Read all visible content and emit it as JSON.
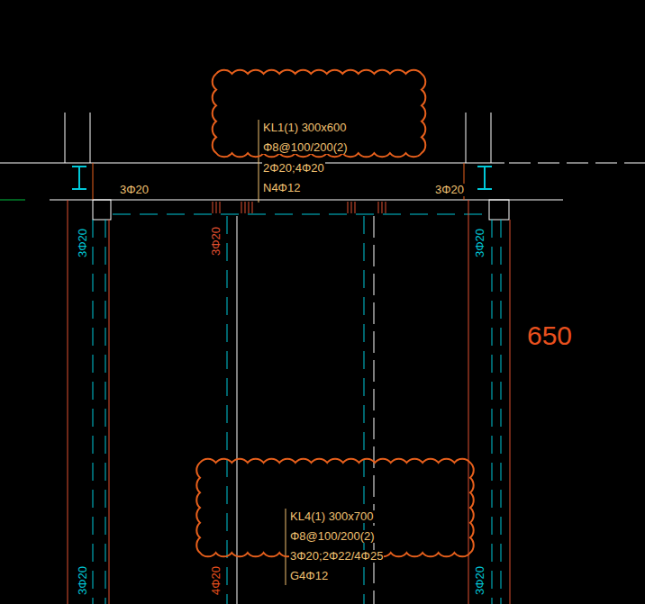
{
  "diagram": {
    "labels": [
      "KL1(1) 300x600",
      "Φ8@100/200(2)",
      "2Φ20;4Φ20",
      "N4Φ12",
      "3Φ20",
      "3Φ20",
      "3Φ20",
      "3Φ20",
      "3Φ20",
      "650",
      "KL4(1) 300x700",
      "Φ8@100/200(2)",
      "3Φ20;2Φ22/4Φ25",
      "G4Φ12",
      "3Φ20",
      "4Φ20",
      "3Φ20"
    ]
  }
}
